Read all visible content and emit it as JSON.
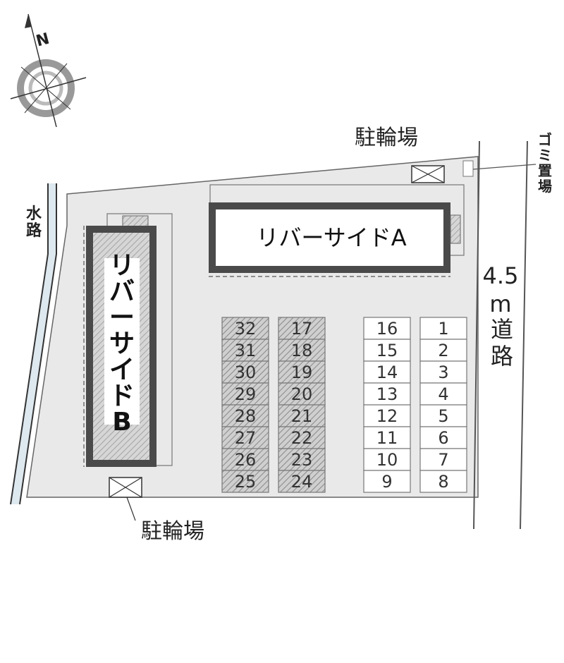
{
  "compass": {
    "north_label": "N"
  },
  "labels": {
    "bike_parking_top": "駐輪場",
    "bike_parking_bottom": "駐輪場",
    "garbage": "ゴミ置場",
    "canal": "水路",
    "road_width": "4.5",
    "road_unit": "m",
    "road_name": "道路"
  },
  "buildings": {
    "a": "リバーサイドA",
    "b": "リバーサイドB"
  },
  "parking": {
    "hatched_left": [
      "32",
      "31",
      "30",
      "29",
      "28",
      "27",
      "26",
      "25"
    ],
    "hatched_right": [
      "17",
      "18",
      "19",
      "20",
      "21",
      "22",
      "23",
      "24"
    ],
    "open_left": [
      "16",
      "15",
      "14",
      "13",
      "12",
      "11",
      "10",
      "9"
    ],
    "open_right": [
      "1",
      "2",
      "3",
      "4",
      "5",
      "6",
      "7",
      "8"
    ]
  },
  "colors": {
    "site_fill": "#e9e9ea",
    "building_border": "#4a4a4a",
    "hatch": "#8a8a8a",
    "canal_fill": "#dde8ef"
  }
}
